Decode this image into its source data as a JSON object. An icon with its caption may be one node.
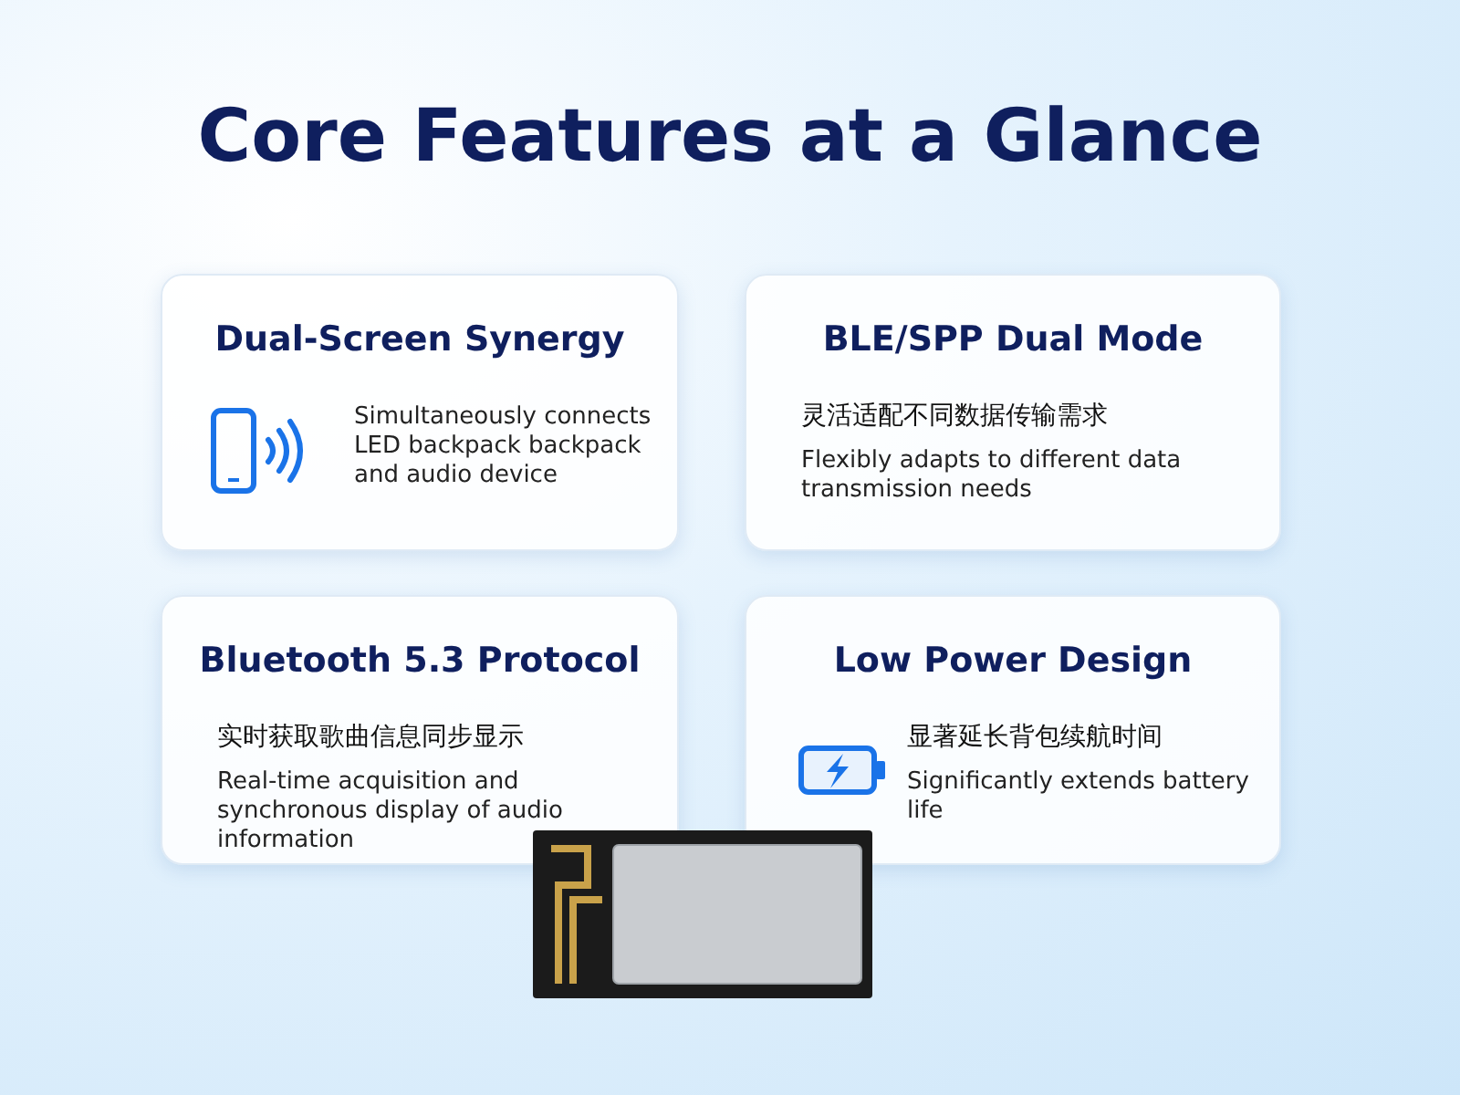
{
  "diagram": {
    "title": "Core Features at a Glance",
    "nodes": [
      {
        "text": [
          "Dual-Screen Synergy",
          "Simultaneously connects LED backpack backpack and audio device"
        ]
      },
      {
        "text": [
          "BLE/SPP Dual Mode",
          "灵活适配不同数据传输需求",
          "Flexibly adapts to different data transmission needs"
        ]
      },
      {
        "text": [
          "Bluetooth 5.3 Protocol",
          "实时获取歌曲信息同步显示",
          "Real-time acquisition and synchronous display of audio information"
        ]
      },
      {
        "text": [
          "Low Power Design",
          "显著延长背包续航时间",
          "Significantly extends battery life"
        ]
      }
    ]
  }
}
